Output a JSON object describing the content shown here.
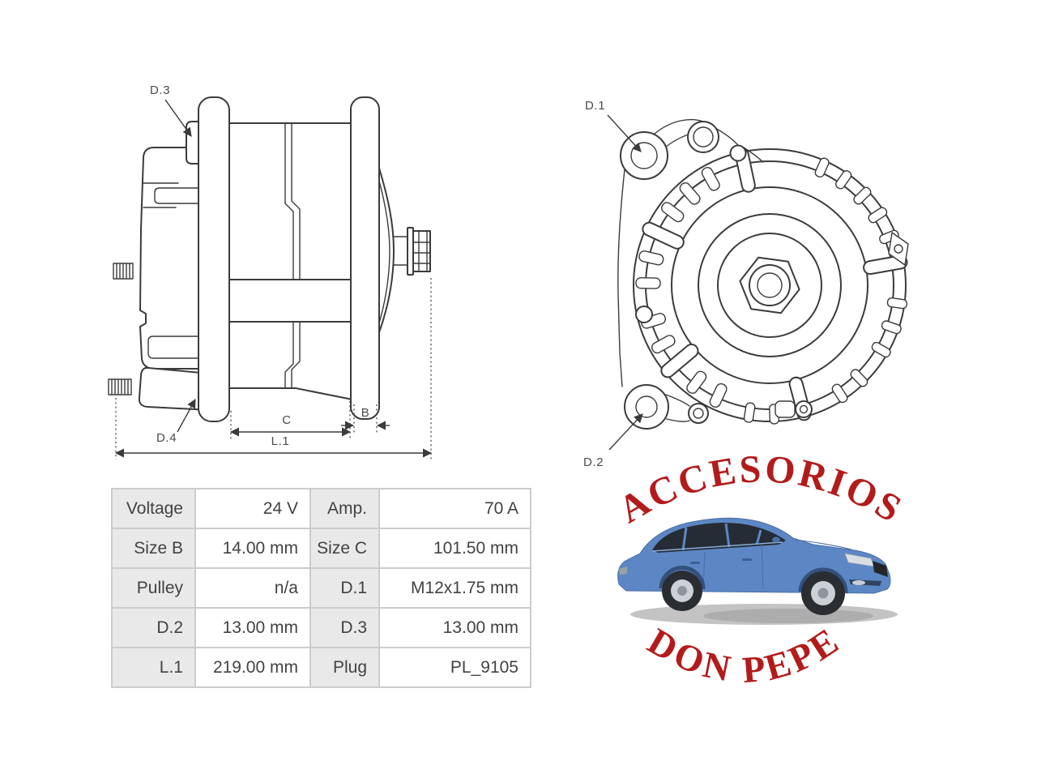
{
  "page": {
    "background_color": "#ffffff"
  },
  "side_view_diagram": {
    "description_name": "alternator-side-view",
    "line_color": "#3b3b3b",
    "label_color": "#4a4a4a",
    "labels": {
      "d3": "D.3",
      "d4": "D.4",
      "c": "C",
      "b": "B",
      "l1": "L.1"
    }
  },
  "front_view_diagram": {
    "description_name": "alternator-front-view",
    "line_color": "#3b3b3b",
    "label_color": "#4a4a4a",
    "labels": {
      "d1": "D.1",
      "d2": "D.2"
    }
  },
  "spec_table": {
    "text_color": "#424242",
    "label_cell_background": "#e9e9e9",
    "value_cell_background": "#ffffff",
    "border_color": "#cccccc",
    "rows": [
      {
        "cells": [
          {
            "label": "Voltage",
            "value": "24 V"
          },
          {
            "label": "Amp.",
            "value": "70 A"
          }
        ]
      },
      {
        "cells": [
          {
            "label": "Size B",
            "value": "14.00 mm"
          },
          {
            "label": "Size C",
            "value": "101.50 mm"
          }
        ]
      },
      {
        "cells": [
          {
            "label": "Pulley",
            "value": "n/a"
          },
          {
            "label": "D.1",
            "value": "M12x1.75 mm"
          }
        ]
      },
      {
        "cells": [
          {
            "label": "D.2",
            "value": "13.00 mm"
          },
          {
            "label": "D.3",
            "value": "13.00 mm"
          }
        ]
      },
      {
        "cells": [
          {
            "label": "L.1",
            "value": "219.00 mm"
          },
          {
            "label": "Plug",
            "value": "PL_9105"
          }
        ]
      }
    ]
  },
  "branding": {
    "arc_top_text": "ACCESORIOS",
    "arc_bottom_text": "DON PEPE",
    "text_color": "#b31b1b",
    "car": {
      "body_color": "#5c87c4",
      "window_color": "#262c35",
      "shadow_color": "#c3c3c3",
      "wheel_color": "#2a2d31",
      "rim_color": "#ccd1d6"
    }
  }
}
